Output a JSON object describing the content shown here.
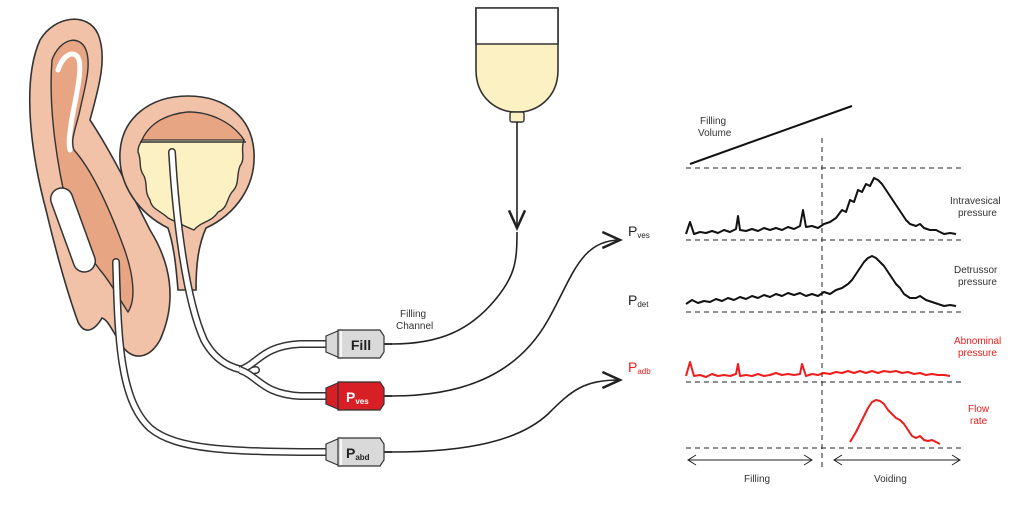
{
  "labels": {
    "filling_volume_line1": "Filling",
    "filling_volume_line2": "Volume",
    "filling_channel_line1": "Filling",
    "filling_channel_line2": "Channel",
    "intravesical_line1": "Intravesical",
    "intravesical_line2": "pressure",
    "detrusor_line1": "Detrussor",
    "detrusor_line2": "pressure",
    "abdominal_line1": "Abnominal",
    "abdominal_line2": "pressure",
    "flow_line1": "Flow",
    "flow_line2": "rate",
    "phase_filling": "Filling",
    "phase_voiding": "Voiding"
  },
  "channels": {
    "pves_main": "P",
    "pves_sub": "ves",
    "pdet_main": "P",
    "pdet_sub": "det",
    "padb_main": "P",
    "padb_sub": "adb"
  },
  "connectors": {
    "fill": "Fill",
    "pves_main": "P",
    "pves_sub": "ves",
    "pabd_main": "P",
    "pabd_sub": "abd"
  },
  "colors": {
    "tissue": "#f2c2a8",
    "tissue_dark": "#e8a584",
    "urine": "#fbf1c3",
    "catheter": "#ffffff",
    "trace": "#111111",
    "abdominal_trace": "#ee1c1c",
    "pves_connector": "#d81f26",
    "connector_grey": "#d9d9d9"
  }
}
